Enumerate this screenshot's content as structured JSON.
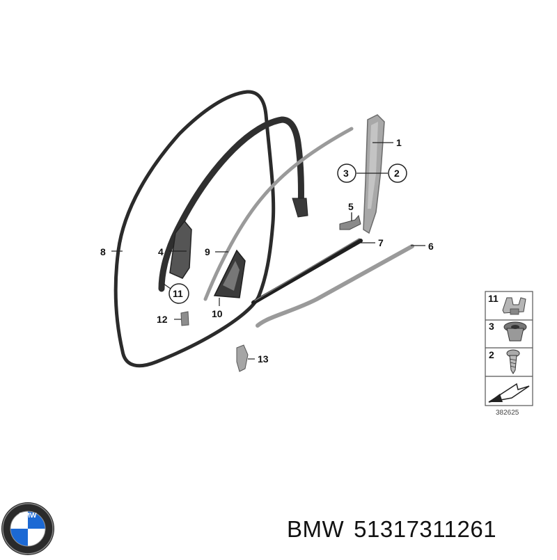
{
  "diagram": {
    "callouts": [
      {
        "id": "1",
        "label": "1"
      },
      {
        "id": "2",
        "label": "2"
      },
      {
        "id": "3",
        "label": "3"
      },
      {
        "id": "4",
        "label": "4"
      },
      {
        "id": "5",
        "label": "5"
      },
      {
        "id": "6",
        "label": "6"
      },
      {
        "id": "7",
        "label": "7"
      },
      {
        "id": "8",
        "label": "8"
      },
      {
        "id": "9",
        "label": "9"
      },
      {
        "id": "10",
        "label": "10"
      },
      {
        "id": "11",
        "label": "11"
      },
      {
        "id": "12",
        "label": "12"
      },
      {
        "id": "13",
        "label": "13"
      }
    ],
    "legend": {
      "items": [
        {
          "label": "11",
          "icon": "clip-nut-icon"
        },
        {
          "label": "3",
          "icon": "expanding-nut-icon"
        },
        {
          "label": "2",
          "icon": "screw-icon"
        },
        {
          "label": "",
          "icon": "direction-arrow-icon"
        }
      ]
    },
    "diagram_number": "382625"
  },
  "brand": {
    "logo": "bmw-roundel-icon",
    "logo_text": "BMW",
    "name": "BMW",
    "part_number": "51317311261"
  },
  "colors": {
    "seal_dark": "#2b2b2b",
    "trim_grey": "#8c8c8c",
    "bmw_blue": "#1c69d4"
  }
}
